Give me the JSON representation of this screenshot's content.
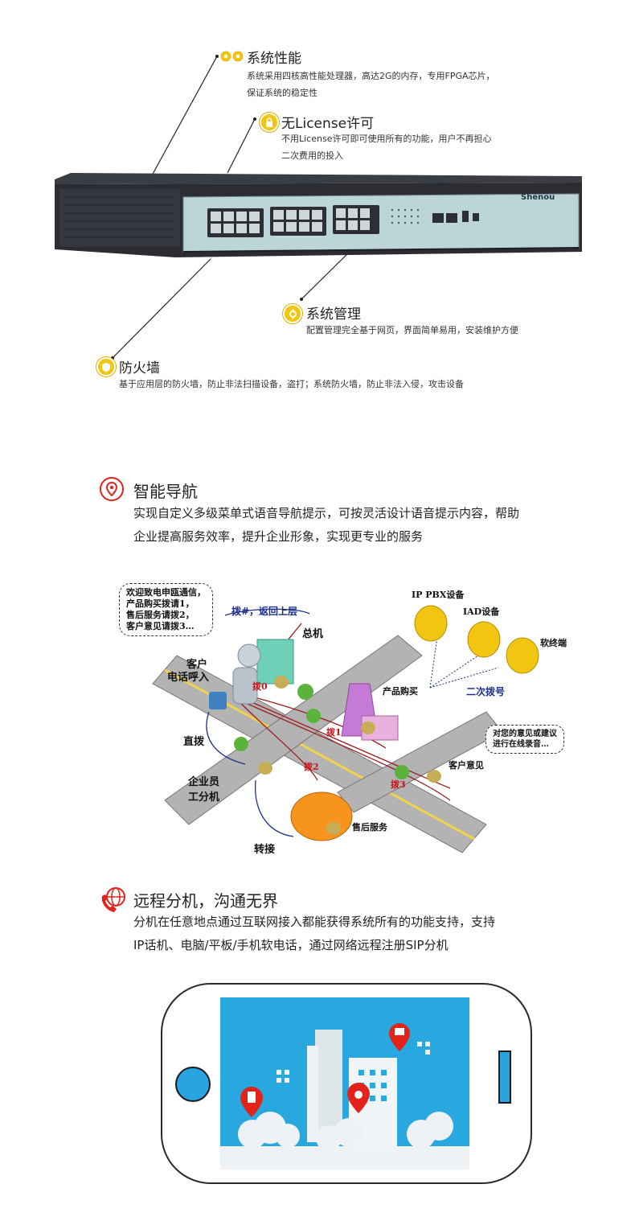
{
  "device": {
    "brand": "Shenou"
  },
  "features": [
    {
      "title": "系统性能",
      "desc": [
        "系统采用四核高性能处理器，高达2G的内存，专用FPGA芯片，",
        "保证系统的稳定性"
      ]
    },
    {
      "title": "无License许可",
      "desc": [
        "不用License许可即可使用所有的功能，用户不再担心",
        "二次费用的投入"
      ]
    },
    {
      "title": "系统管理",
      "desc": [
        "配置管理完全基于网页，界面简单易用，安装维护方便"
      ]
    },
    {
      "title": "防火墙",
      "desc": [
        "基于应用层的防火墙，防止非法扫描设备，盗打；系统防火墙，防止非法入侵，攻击设备"
      ]
    }
  ],
  "nav": {
    "title": "智能导航",
    "desc": [
      "实现自定义多级菜单式语音导航提示，可按灵活设计语音提示内容，帮助",
      "企业提高服务效率，提升企业形象，实现更专业的服务"
    ],
    "diagram": {
      "bubble": [
        "欢迎致电申瓯通信，",
        "产品购买拨请1，",
        "售后服务请拨2，",
        "客户意见请拨3…"
      ],
      "back": "拨#，返回上层",
      "hq": "总机",
      "customer_1": "客户",
      "customer_2": "电话呼入",
      "dial0": "拨0",
      "dial1": "拨1",
      "dial2": "拨2",
      "dial3": "拨3",
      "direct": "直拨",
      "ext_1": "企业员",
      "ext_2": "工分机",
      "transfer": "转接",
      "after_sales": "售后服务",
      "purchase": "产品购买",
      "second_dial": "二次拨号",
      "opinion": "客户意见",
      "record_1": "对您的意见或建议",
      "record_2": "进行在线录音…",
      "ippbx": "IP PBX设备",
      "iad": "IAD设备",
      "softphone": "软终端"
    }
  },
  "remote": {
    "title": "远程分机，沟通无界",
    "desc": [
      "分机在任意地点通过互联网接入都能获得系统所有的功能支持，支持",
      "IP话机、电脑/平板/手机软电话，通过网络远程注册SIP分机"
    ]
  },
  "colors": {
    "red_accent": "#e2231a",
    "yellow_icon": "#f2c511",
    "screen_blue": "#29a8e0",
    "phone_button": "#2aa4de"
  }
}
